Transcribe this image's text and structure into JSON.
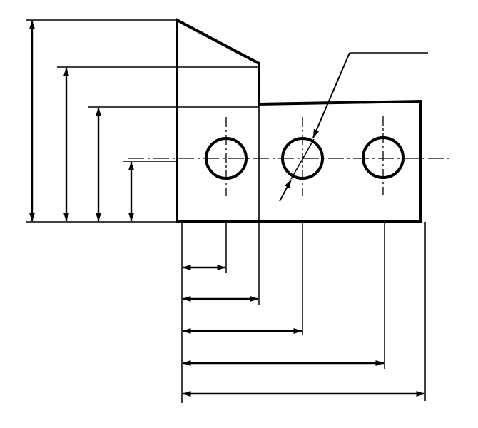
{
  "drawing": {
    "type": "engineering-dimension-drawing",
    "stroke_color": "#000000",
    "background_color": "#ffffff",
    "holes": [
      {
        "id": "hole-1"
      },
      {
        "id": "hole-2"
      },
      {
        "id": "hole-3"
      }
    ],
    "vertical_dimensions": [
      {
        "id": "vdim-overall-height"
      },
      {
        "id": "vdim-chamfer-height"
      },
      {
        "id": "vdim-step-height"
      },
      {
        "id": "vdim-hole-centerline-height"
      }
    ],
    "horizontal_dimensions": [
      {
        "id": "hdim-hole-1"
      },
      {
        "id": "hdim-step"
      },
      {
        "id": "hdim-hole-2"
      },
      {
        "id": "hdim-hole-3"
      },
      {
        "id": "hdim-overall-length"
      }
    ],
    "diameter_callout": {
      "id": "hole-diameter-callout"
    }
  }
}
